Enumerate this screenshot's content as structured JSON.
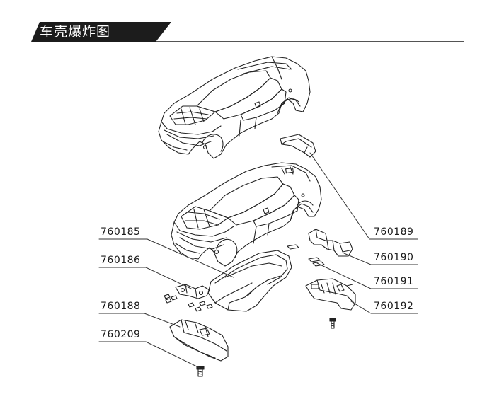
{
  "title": "车壳爆炸图",
  "part_numbers": {
    "p760185": "760185",
    "p760186": "760186",
    "p760188": "760188",
    "p760209": "760209",
    "p760189": "760189",
    "p760190": "760190",
    "p760191": "760191",
    "p760192": "760192"
  }
}
